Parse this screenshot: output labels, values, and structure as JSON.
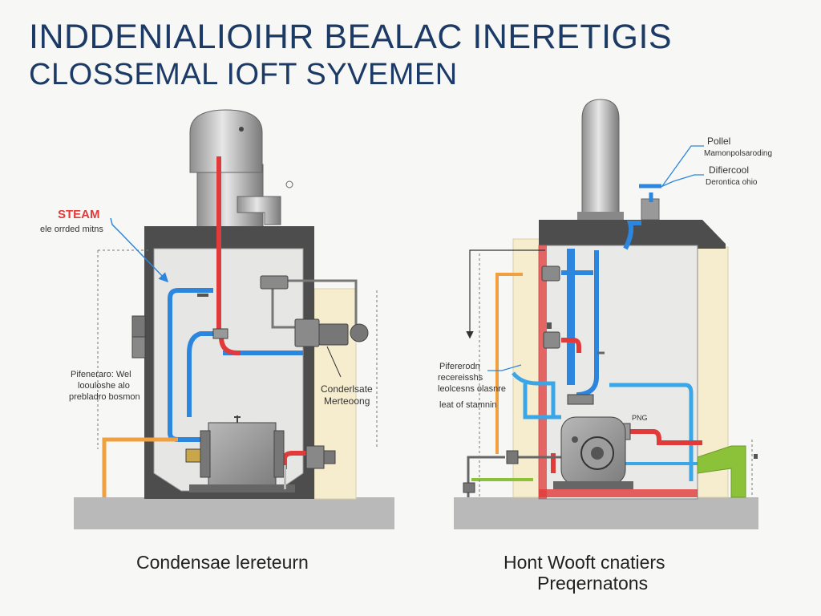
{
  "title": {
    "line1": "INDDENIALIOIHR BEALAC INERETIGIS",
    "line2": "CLOSSEMAL IOFT SYVEMEN"
  },
  "left_diagram": {
    "steam_label": "STEAM",
    "steam_sublabel": "ele orrded mitns",
    "pressure_label": [
      "Pifeneraro: Wel",
      "loouloshe alo",
      "prebladro bosmon"
    ],
    "condensate_label": [
      "Conderlsate",
      "Merteoong"
    ],
    "caption": "Condensae lereteurn"
  },
  "right_diagram": {
    "boiler_label": [
      "Pollel",
      "Mamonpolsaroding"
    ],
    "interconnect_label": [
      "Difiercool",
      "Derontica ohio"
    ],
    "pressure_label": [
      "Pifererodn",
      "recereisshs",
      "leolcesns olasnre"
    ],
    "flow_label": "leat of stamnin",
    "pump_tag": "PNG",
    "caption_line1": "Hont Wooft cnatiers",
    "caption_line2": "Preqernatons"
  },
  "colors": {
    "title": "#1c3a66",
    "steam_red": "#e03a3a",
    "water_blue": "#2d86dd",
    "light_blue": "#39a6e8",
    "orange": "#f0a040",
    "green": "#8cc23a",
    "housing": "#555555",
    "floor": "#b9b9b9"
  }
}
